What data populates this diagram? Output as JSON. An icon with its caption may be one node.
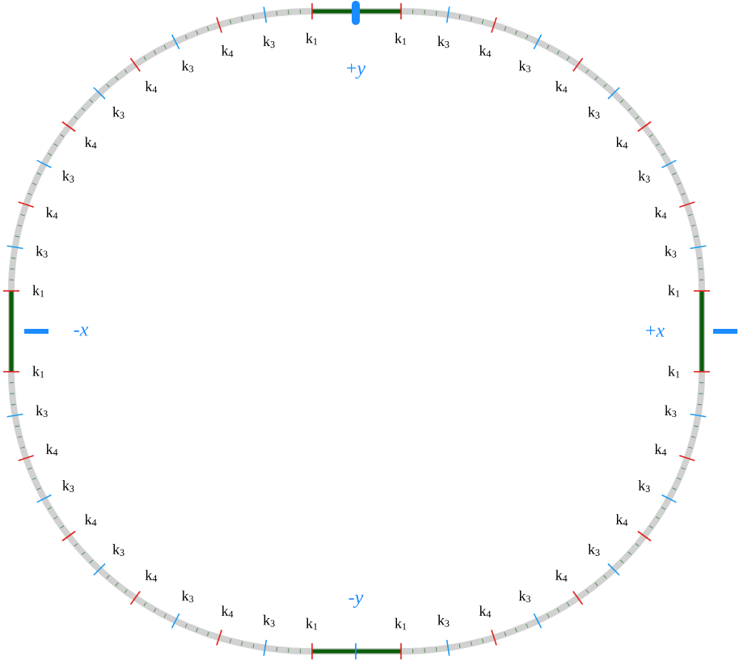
{
  "diagram": {
    "labels": [
      "+*y*",
      "k$_{1}$",
      "k$_{3}$",
      "k$_{4}$",
      "k$_{3}$",
      "k$_{4}$",
      "k$_{3}$",
      "k$_{4}$",
      "k$_{3}$",
      "k$_{4}$",
      "k$_{3}$",
      "k$_{1}$",
      "-*x*",
      "k$_{1}$",
      "k$_{3}$",
      "k$_{4}$",
      "k$_{3}$",
      "k$_{4}$",
      "k$_{3}$",
      "k$_{4}$",
      "k$_{3}$",
      "k$_{4}$",
      "k$_{3}$",
      "k$_{1}$",
      "+*x*",
      "k$_{1}$",
      "k$_{3}$",
      "k$_{4}$",
      "k$_{3}$",
      "k$_{4}$",
      "k$_{3}$",
      "k$_{4}$",
      "k$_{3}$",
      "k$_{4}$",
      "k$_{3}$",
      "k$_{1}$",
      "-*y*",
      "k$_{1}$",
      "k$_{3}$",
      "k$_{4}$",
      "k$_{3}$",
      "k$_{4}$",
      "k$_{3}$",
      "k$_{4}$",
      "k$_{3}$",
      "k$_{4}$",
      "k$_{3}$",
      "k$_{1}$"
    ]
  }
}
